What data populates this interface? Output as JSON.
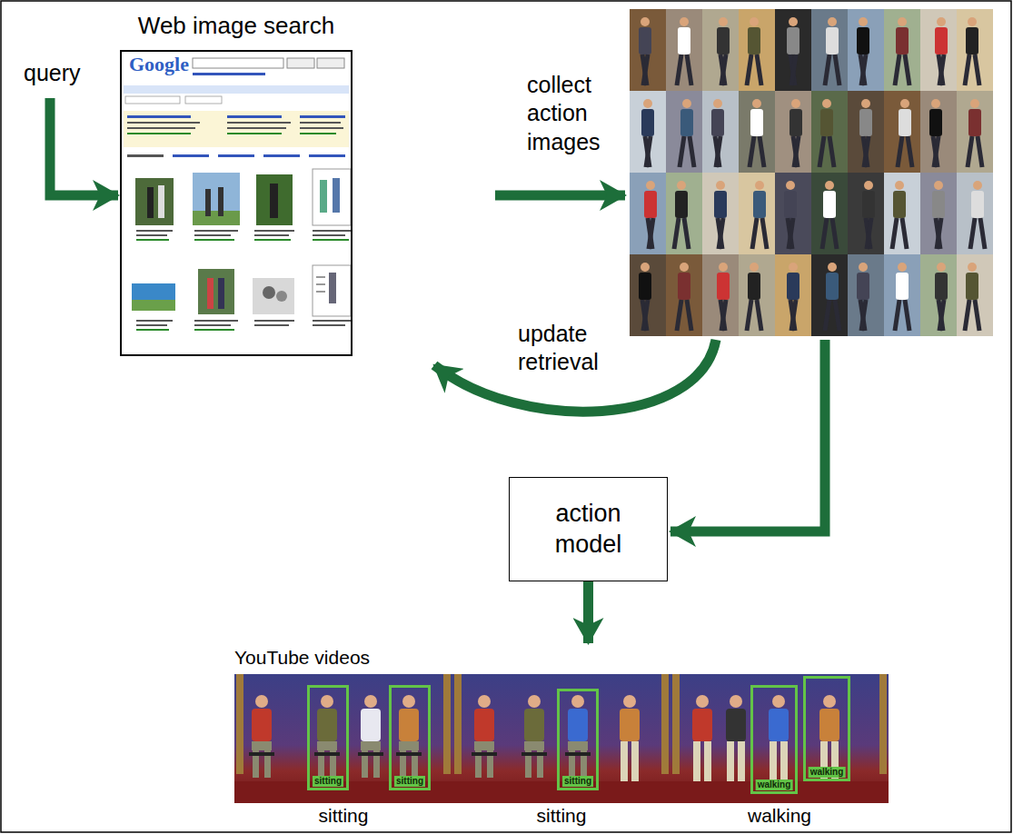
{
  "diagram": {
    "nodes": [
      {
        "text": [
          "Web image search"
        ]
      },
      {
        "text": [
          "action model"
        ]
      },
      {
        "text": [
          "YouTube videos"
        ]
      },
      {
        "text": [
          "sitting"
        ],
        "in": 2
      },
      {
        "text": [
          "sitting"
        ],
        "in": 2
      },
      {
        "text": [
          "walking"
        ],
        "in": 2
      },
      {
        "text": [
          "sitting"
        ],
        "in": 3
      },
      {
        "text": [
          "sitting"
        ],
        "in": 3
      },
      {
        "text": [
          "sitting"
        ],
        "in": 4
      },
      {
        "text": [
          "walking"
        ],
        "in": 5
      },
      {
        "text": [
          "walking"
        ],
        "in": 5
      }
    ],
    "edges": [
      {
        "from": 1,
        "to": 2,
        "arrow": "to"
      }
    ],
    "labels": [
      "Google",
      "query",
      "collect action images",
      "update retrieval"
    ]
  }
}
